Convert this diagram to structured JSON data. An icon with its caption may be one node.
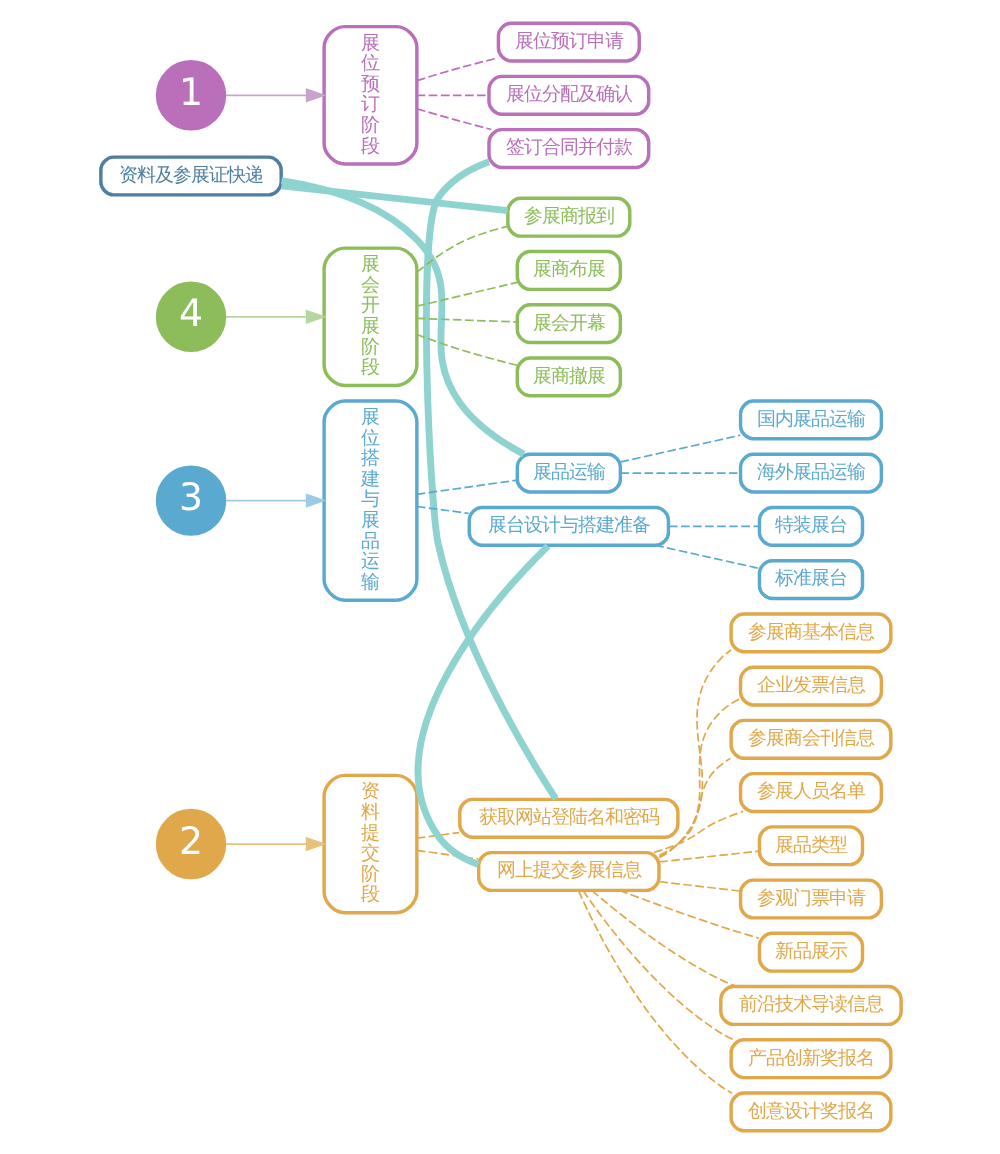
{
  "diagram": {
    "nodes": [
      {
        "text": [
          "1"
        ]
      },
      {
        "text": [
          "展位预订阶段"
        ]
      },
      {
        "text": [
          "展位预订申请"
        ]
      },
      {
        "text": [
          "展位分配及确认"
        ]
      },
      {
        "text": [
          "签订合同并付款"
        ]
      },
      {
        "text": [
          "2"
        ]
      },
      {
        "text": [
          "资料提交阶段"
        ]
      },
      {
        "text": [
          "获取网站登陆名和密码"
        ]
      },
      {
        "text": [
          "网上提交参展信息"
        ]
      },
      {
        "text": [
          "参展商基本信息"
        ]
      },
      {
        "text": [
          "企业发票信息"
        ]
      },
      {
        "text": [
          "参展商会刊信息"
        ]
      },
      {
        "text": [
          "参展人员名单"
        ]
      },
      {
        "text": [
          "展品类型"
        ]
      },
      {
        "text": [
          "参观门票申请"
        ]
      },
      {
        "text": [
          "新品展示"
        ]
      },
      {
        "text": [
          "前沿技术导读信息"
        ]
      },
      {
        "text": [
          "产品创新奖报名"
        ]
      },
      {
        "text": [
          "创意设计奖报名"
        ]
      },
      {
        "text": [
          "3"
        ]
      },
      {
        "text": [
          "展位搭建与展品运输"
        ]
      },
      {
        "text": [
          "展台设计与搭建准备"
        ]
      },
      {
        "text": [
          "特装展台"
        ]
      },
      {
        "text": [
          "标准展台"
        ]
      },
      {
        "text": [
          "展品运输"
        ]
      },
      {
        "text": [
          "国内展品运输"
        ]
      },
      {
        "text": [
          "海外展品运输"
        ]
      },
      {
        "text": [
          "资料及参展证快递"
        ]
      },
      {
        "text": [
          "4"
        ]
      },
      {
        "text": [
          "展会开展阶段"
        ]
      },
      {
        "text": [
          "参展商报到"
        ]
      },
      {
        "text": [
          "展商布展"
        ]
      },
      {
        "text": [
          "展会开幕"
        ]
      },
      {
        "text": [
          "展商撤展"
        ]
      }
    ],
    "edges": [
      {
        "from": 0,
        "to": 1,
        "arrow": "to",
        "color": "#c9a3cc"
      },
      {
        "from": 1,
        "to": 2,
        "arrow": "none",
        "style": "dashed",
        "color": "#b96fb9"
      },
      {
        "from": 1,
        "to": 3,
        "arrow": "none",
        "style": "dashed",
        "color": "#b96fb9"
      },
      {
        "from": 1,
        "to": 4,
        "arrow": "none",
        "style": "dashed",
        "color": "#b96fb9"
      },
      {
        "from": 5,
        "to": 6,
        "arrow": "to",
        "color": "#e8c27a"
      },
      {
        "from": 6,
        "to": 7,
        "arrow": "none",
        "style": "dashed",
        "color": "#e0a84a"
      },
      {
        "from": 6,
        "to": 8,
        "arrow": "none",
        "style": "dashed",
        "color": "#e0a84a"
      },
      {
        "from": 8,
        "to": 9,
        "arrow": "none",
        "style": "dashed",
        "color": "#e0a84a"
      },
      {
        "from": 8,
        "to": 10,
        "arrow": "none",
        "style": "dashed",
        "color": "#e0a84a"
      },
      {
        "from": 8,
        "to": 11,
        "arrow": "none",
        "style": "dashed",
        "color": "#e0a84a"
      },
      {
        "from": 8,
        "to": 12,
        "arrow": "none",
        "style": "dashed",
        "color": "#e0a84a"
      },
      {
        "from": 8,
        "to": 13,
        "arrow": "none",
        "style": "dashed",
        "color": "#e0a84a"
      },
      {
        "from": 8,
        "to": 14,
        "arrow": "none",
        "style": "dashed",
        "color": "#e0a84a"
      },
      {
        "from": 8,
        "to": 15,
        "arrow": "none",
        "style": "dashed",
        "color": "#e0a84a"
      },
      {
        "from": 8,
        "to": 16,
        "arrow": "none",
        "style": "dashed",
        "color": "#e0a84a"
      },
      {
        "from": 8,
        "to": 17,
        "arrow": "none",
        "style": "dashed",
        "color": "#e0a84a"
      },
      {
        "from": 8,
        "to": 18,
        "arrow": "none",
        "style": "dashed",
        "color": "#e0a84a"
      },
      {
        "from": 19,
        "to": 20,
        "arrow": "to",
        "color": "#9ccbe3"
      },
      {
        "from": 20,
        "to": 21,
        "arrow": "none",
        "style": "dashed",
        "color": "#5aa9d0"
      },
      {
        "from": 20,
        "to": 24,
        "arrow": "none",
        "style": "dashed",
        "color": "#5aa9d0"
      },
      {
        "from": 21,
        "to": 22,
        "arrow": "none",
        "style": "dashed",
        "color": "#5aa9d0"
      },
      {
        "from": 21,
        "to": 23,
        "arrow": "none",
        "style": "dashed",
        "color": "#5aa9d0"
      },
      {
        "from": 24,
        "to": 25,
        "arrow": "none",
        "style": "dashed",
        "color": "#5aa9d0"
      },
      {
        "from": 24,
        "to": 26,
        "arrow": "none",
        "style": "dashed",
        "color": "#5aa9d0"
      },
      {
        "from": 28,
        "to": 29,
        "arrow": "to",
        "color": "#b5d6a0"
      },
      {
        "from": 29,
        "to": 30,
        "arrow": "none",
        "style": "dashed",
        "color": "#8cbd5a"
      },
      {
        "from": 29,
        "to": 31,
        "arrow": "none",
        "style": "dashed",
        "color": "#8cbd5a"
      },
      {
        "from": 29,
        "to": 32,
        "arrow": "none",
        "style": "dashed",
        "color": "#8cbd5a"
      },
      {
        "from": 29,
        "to": 33,
        "arrow": "none",
        "style": "dashed",
        "color": "#8cbd5a"
      },
      {
        "from": 4,
        "to": 7,
        "arrow": "none",
        "style": "thick",
        "color": "#8fd3d0"
      },
      {
        "from": 8,
        "to": 21,
        "arrow": "none",
        "style": "thick",
        "color": "#8fd3d0"
      },
      {
        "from": 24,
        "to": 27,
        "arrow": "none",
        "style": "thick",
        "color": "#8fd3d0"
      },
      {
        "from": 27,
        "to": 30,
        "arrow": "none",
        "style": "thick",
        "color": "#8fd3d0"
      }
    ]
  }
}
